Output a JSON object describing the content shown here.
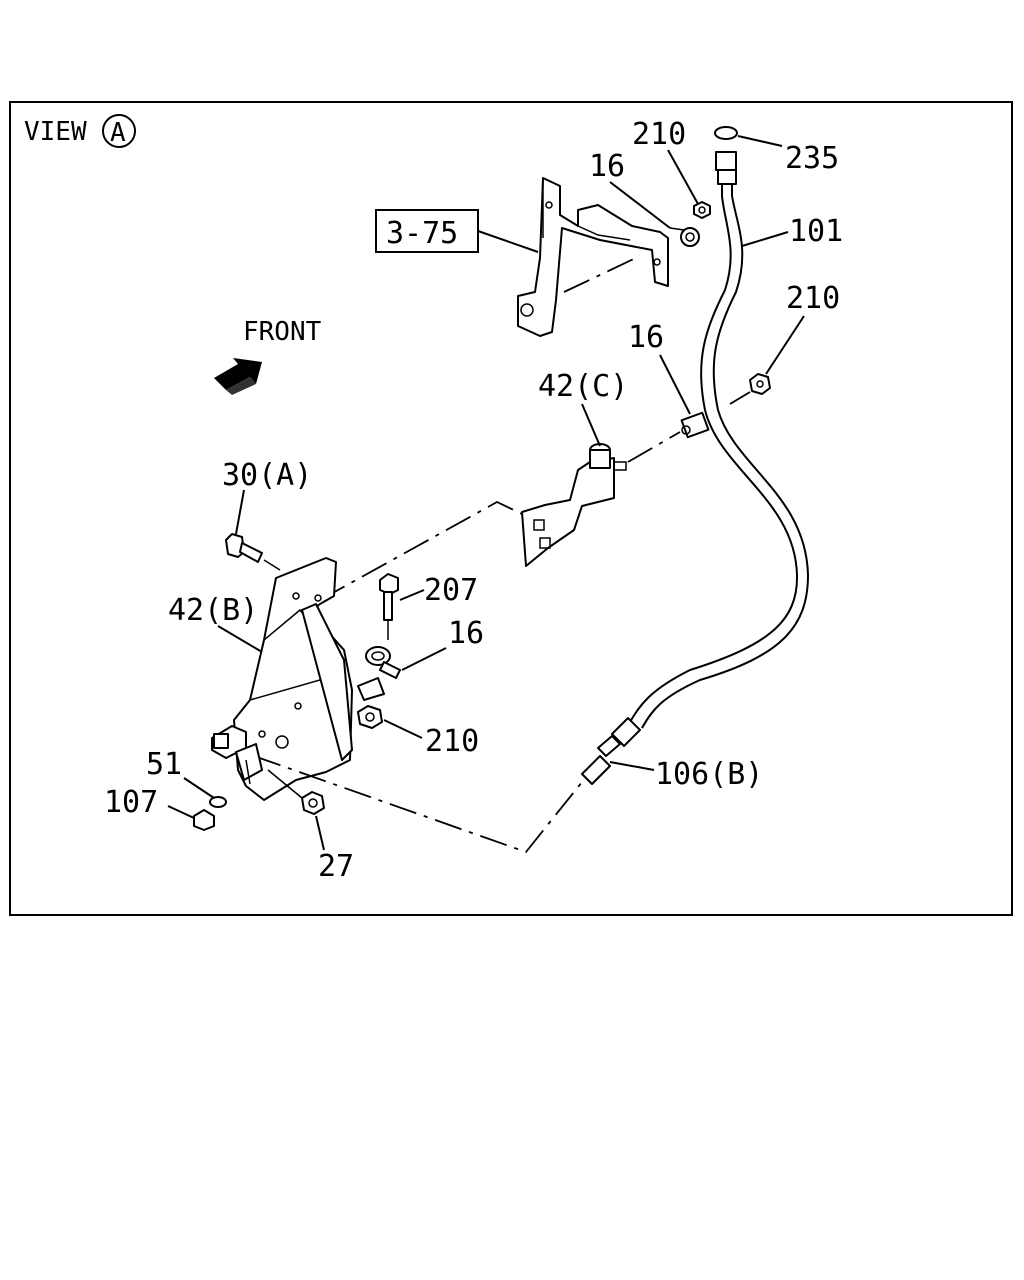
{
  "view_label": "VIEW",
  "view_letter": "A",
  "front_label": "FRONT",
  "labels": {
    "p235": "235",
    "p210_top": "210",
    "p16_top": "16",
    "p3_75": "3-75",
    "p101": "101",
    "p210_right": "210",
    "p16_mid": "16",
    "p42c": "42(C)",
    "p30a": "30(A)",
    "p42b": "42(B)",
    "p207": "207",
    "p16_low": "16",
    "p210_low": "210",
    "p51": "51",
    "p107": "107",
    "p106b": "106(B)",
    "p27": "27"
  }
}
